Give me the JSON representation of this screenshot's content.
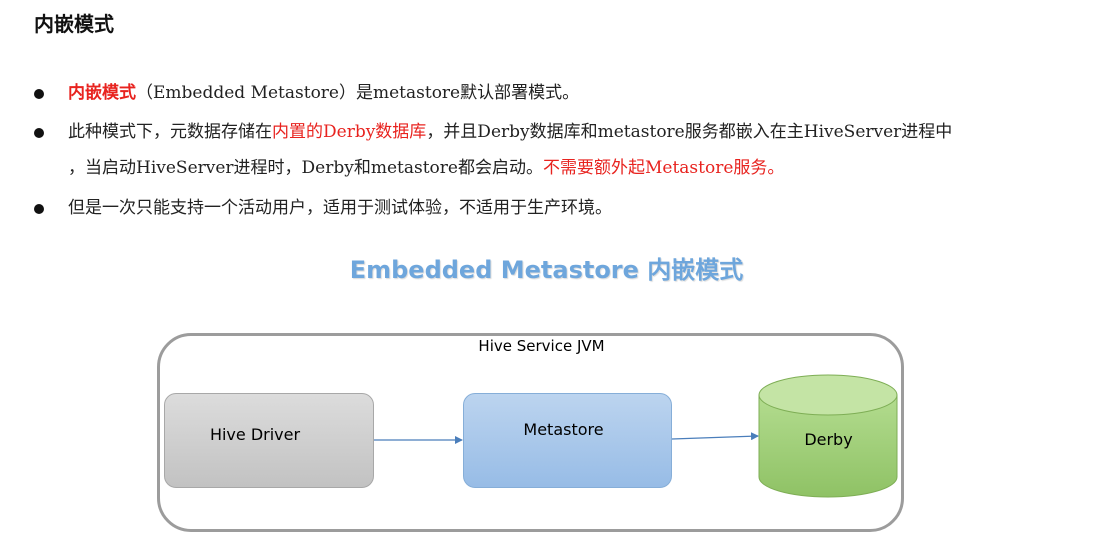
{
  "heading": "内嵌模式",
  "bullets": {
    "b1": {
      "highlight": "内嵌模式",
      "rest": "（Embedded Metastore）是metastore默认部署模式。"
    },
    "b2": {
      "part1": "此种模式下，元数据存储在",
      "red1": "内置的Derby数据库",
      "part2": "，并且Derby数据库和metastore服务都嵌入在主HiveServer进程中",
      "line2_part1": "，当启动HiveServer进程时，Derby和metastore都会启动。",
      "red2": "不需要额外起Metastore服务。"
    },
    "b3": {
      "text": "但是一次只能支持一个活动用户，适用于测试体验，不适用于生产环境。"
    }
  },
  "diagram": {
    "title": "Embedded Metastore 内嵌模式",
    "container_label": "Hive Service JVM",
    "nodes": {
      "driver": "Hive Driver",
      "metastore": "Metastore",
      "derby": "Derby"
    }
  },
  "colors": {
    "highlight_red": "#e8231f",
    "title_blue": "#6ea6dc",
    "driver_gray": "#c8c8c8",
    "metastore_blue": "#a6c5ea",
    "derby_green": "#a3d17b",
    "arrow_blue": "#4a7ebb"
  }
}
